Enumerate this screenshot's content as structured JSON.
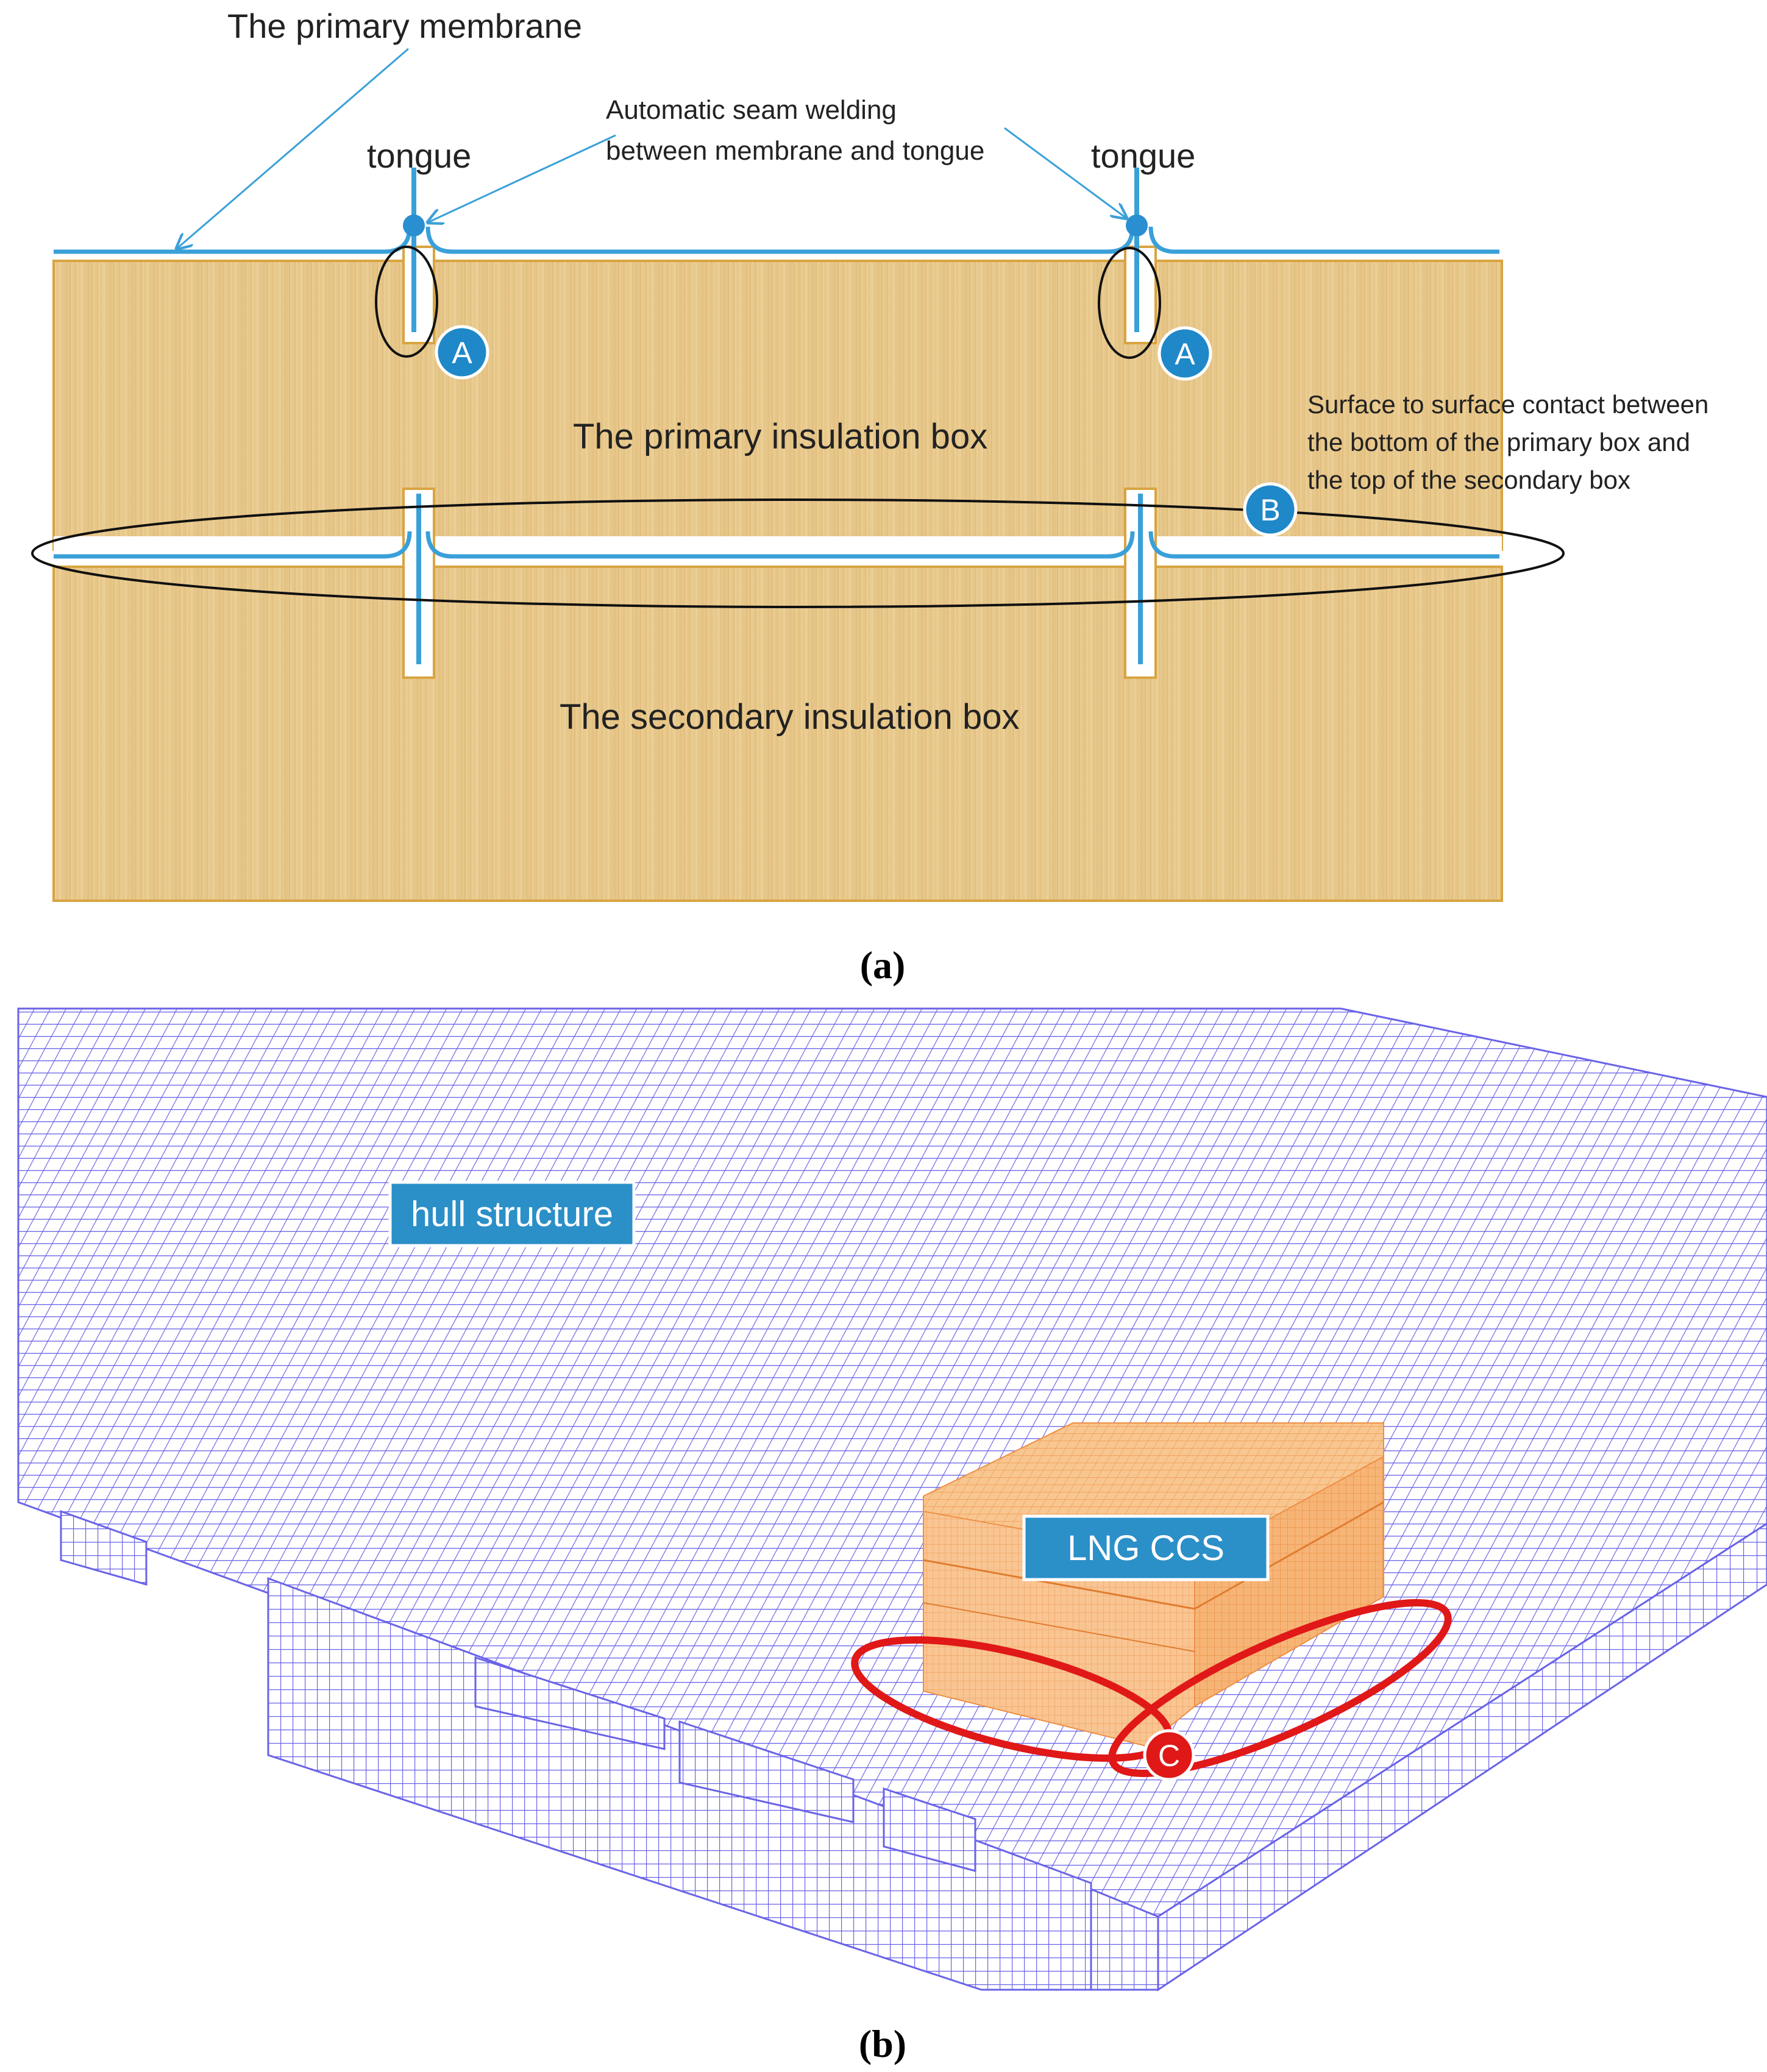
{
  "panel_a": {
    "label_primary_membrane": "The primary membrane",
    "label_welding_line1": "Automatic seam welding",
    "label_welding_line2": "between membrane and tongue",
    "label_tongue_left": "tongue",
    "label_tongue_right": "tongue",
    "label_primary_box": "The primary insulation box",
    "label_secondary_box": "The secondary insulation box",
    "label_contact_line1": "Surface to surface contact between",
    "label_contact_line2": "the bottom of the primary box and",
    "label_contact_line3": "the top of the secondary box",
    "marker_a_left": "A",
    "marker_a_right": "A",
    "marker_b": "B",
    "caption": "(a)"
  },
  "panel_b": {
    "tag_hull": "hull structure",
    "tag_ccs": "LNG CCS",
    "marker_c": "C",
    "caption": "(b)"
  },
  "colors": {
    "membrane_blue": "#3aa0d8",
    "wood": "#e6c688",
    "wood_edge": "#d9a441",
    "mesh_blue": "#6a63e8",
    "ccs_orange": "#f5b070",
    "highlight_red": "#e01818",
    "marker_blue": "#1f88c9",
    "tag_blue": "#2b8fc8"
  }
}
